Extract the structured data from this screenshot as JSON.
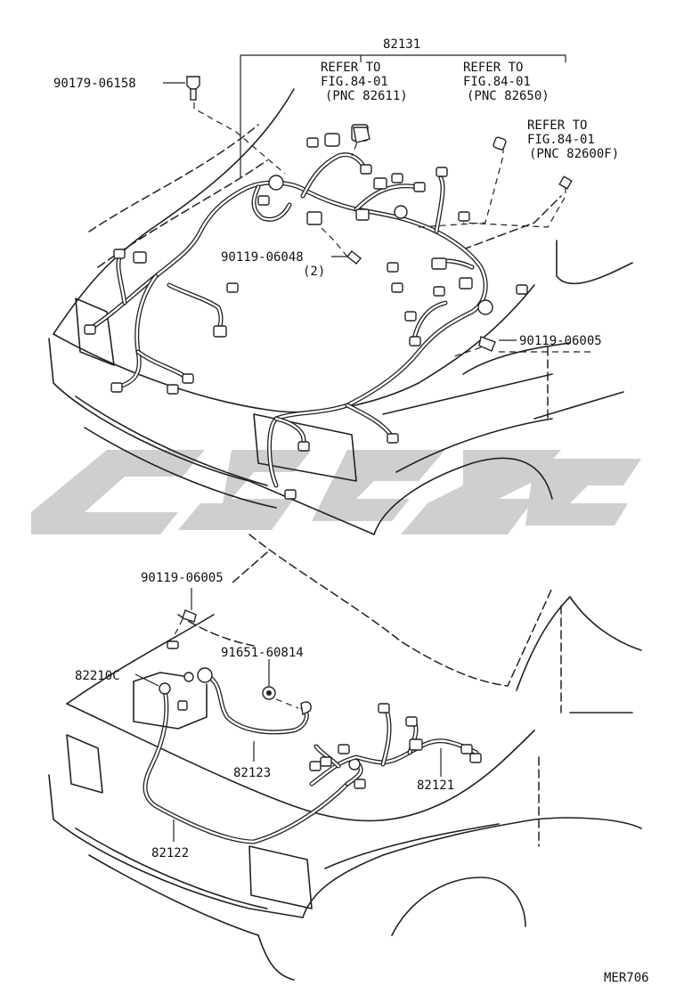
{
  "diagram": {
    "code": "MER706",
    "top_assembly": {
      "main_part": "82131",
      "refs": [
        {
          "line1": "REFER TO",
          "line2": "FIG.84-01",
          "line3": "(PNC 82611)"
        },
        {
          "line1": "REFER TO",
          "line2": "FIG.84-01",
          "line3": "(PNC 82650)"
        },
        {
          "line1": "REFER TO",
          "line2": "FIG.84-01",
          "line3": "(PNC 82600F)"
        }
      ],
      "parts": {
        "p1": "90179-06158",
        "p2": "90119-06048",
        "p2_qty": "(2)",
        "p3": "90119-06005"
      }
    },
    "bottom_assembly": {
      "parts": {
        "p1": "90119-06005",
        "p2": "91651-60814",
        "p3": "82210C",
        "p4": "82123",
        "p5": "82122",
        "p6": "82121"
      }
    }
  },
  "watermark": {
    "color": "#cfcfcf",
    "kind": "brand-logo-watermark"
  },
  "colors": {
    "ink": "#222222",
    "paper": "#ffffff"
  }
}
